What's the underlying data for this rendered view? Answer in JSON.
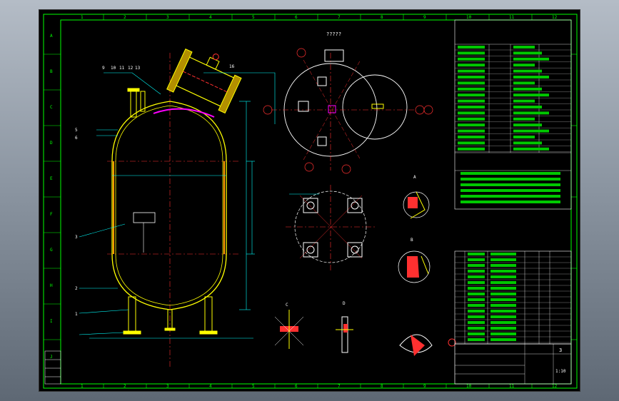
{
  "grid": {
    "columns": [
      "1",
      "2",
      "3",
      "4",
      "5",
      "6",
      "7",
      "8",
      "9",
      "10",
      "11",
      "12"
    ],
    "rows": [
      "A",
      "B",
      "C",
      "D",
      "E",
      "F",
      "G",
      "H",
      "I",
      "J"
    ]
  },
  "title_block": {
    "scale": "1:10",
    "sheet": "3"
  },
  "part_numbers": [
    "9",
    "10",
    "11",
    "12",
    "13",
    "16",
    "5",
    "6",
    "3",
    "2",
    "1"
  ],
  "section_labels": {
    "top_view": "?????",
    "detail_a": "A",
    "detail_b": "B",
    "detail_c": "C",
    "detail_d": "D"
  },
  "colors": {
    "background": "#000000",
    "frame": "#00ff00",
    "vessel": "#ffff00",
    "centerline": "#ff3030",
    "dimension": "#00ffff",
    "text": "#ffffff",
    "hatch": "#ff00ff"
  }
}
